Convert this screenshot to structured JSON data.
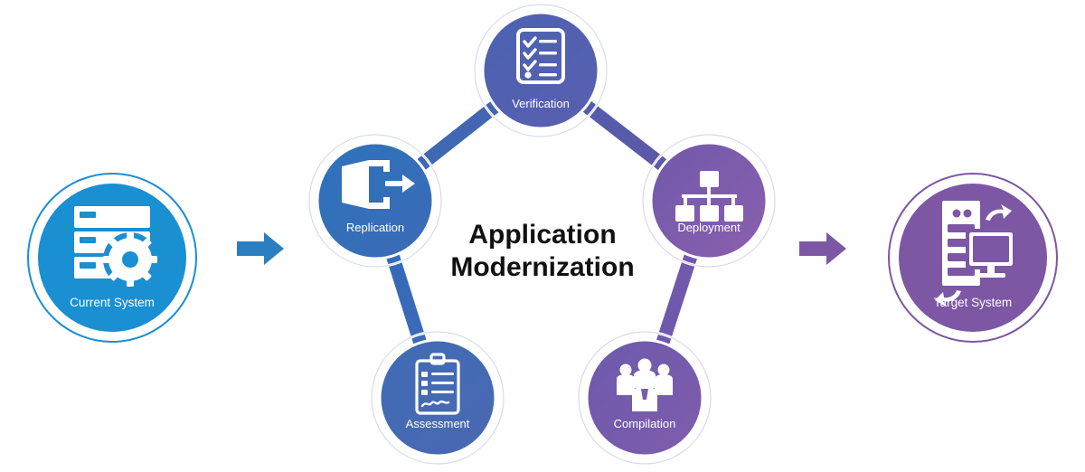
{
  "diagram": {
    "center_title_line1": "Application",
    "center_title_line2": "Modernization",
    "source": {
      "label": "Current System",
      "icon": "server-gear-icon",
      "color": "#1a8fd1",
      "ring_color": "#1a8fd1"
    },
    "target": {
      "label": "Target System",
      "icon": "server-monitor-sync-icon",
      "color": "#7d57a4",
      "ring_color": "#7d57a4"
    },
    "arrows": [
      {
        "name": "source-to-cycle-arrow",
        "color": "#2b7fc0"
      },
      {
        "name": "cycle-to-target-arrow",
        "color": "#7d57a4"
      }
    ],
    "steps": [
      {
        "label": "Verification",
        "icon": "checklist-icon",
        "color_from": "#4a62b0",
        "color_to": "#5a5fb0"
      },
      {
        "label": "Deployment",
        "icon": "sitemap-icon",
        "color_from": "#7159ab",
        "color_to": "#8a5fae"
      },
      {
        "label": "Compilation",
        "icon": "people-group-icon",
        "color_from": "#6d5aac",
        "color_to": "#7f5cad"
      },
      {
        "label": "Assessment",
        "icon": "clipboard-signature-icon",
        "color_from": "#3f6cb4",
        "color_to": "#4a68b2"
      },
      {
        "label": "Replication",
        "icon": "door-exit-icon",
        "color_from": "#2e73bd",
        "color_to": "#3b6ab5"
      }
    ],
    "connectors": [
      {
        "name": "replication-to-verification-connector",
        "color": "#3f6cb4"
      },
      {
        "name": "verification-to-deployment-connector",
        "color": "#53539f"
      },
      {
        "name": "deployment-to-compilation-connector",
        "color": "#6f55a8"
      },
      {
        "name": "compilation-to-assessment-connector",
        "color": "#5b5da9"
      },
      {
        "name": "assessment-to-replication-connector",
        "color": "#3568b3"
      }
    ]
  }
}
